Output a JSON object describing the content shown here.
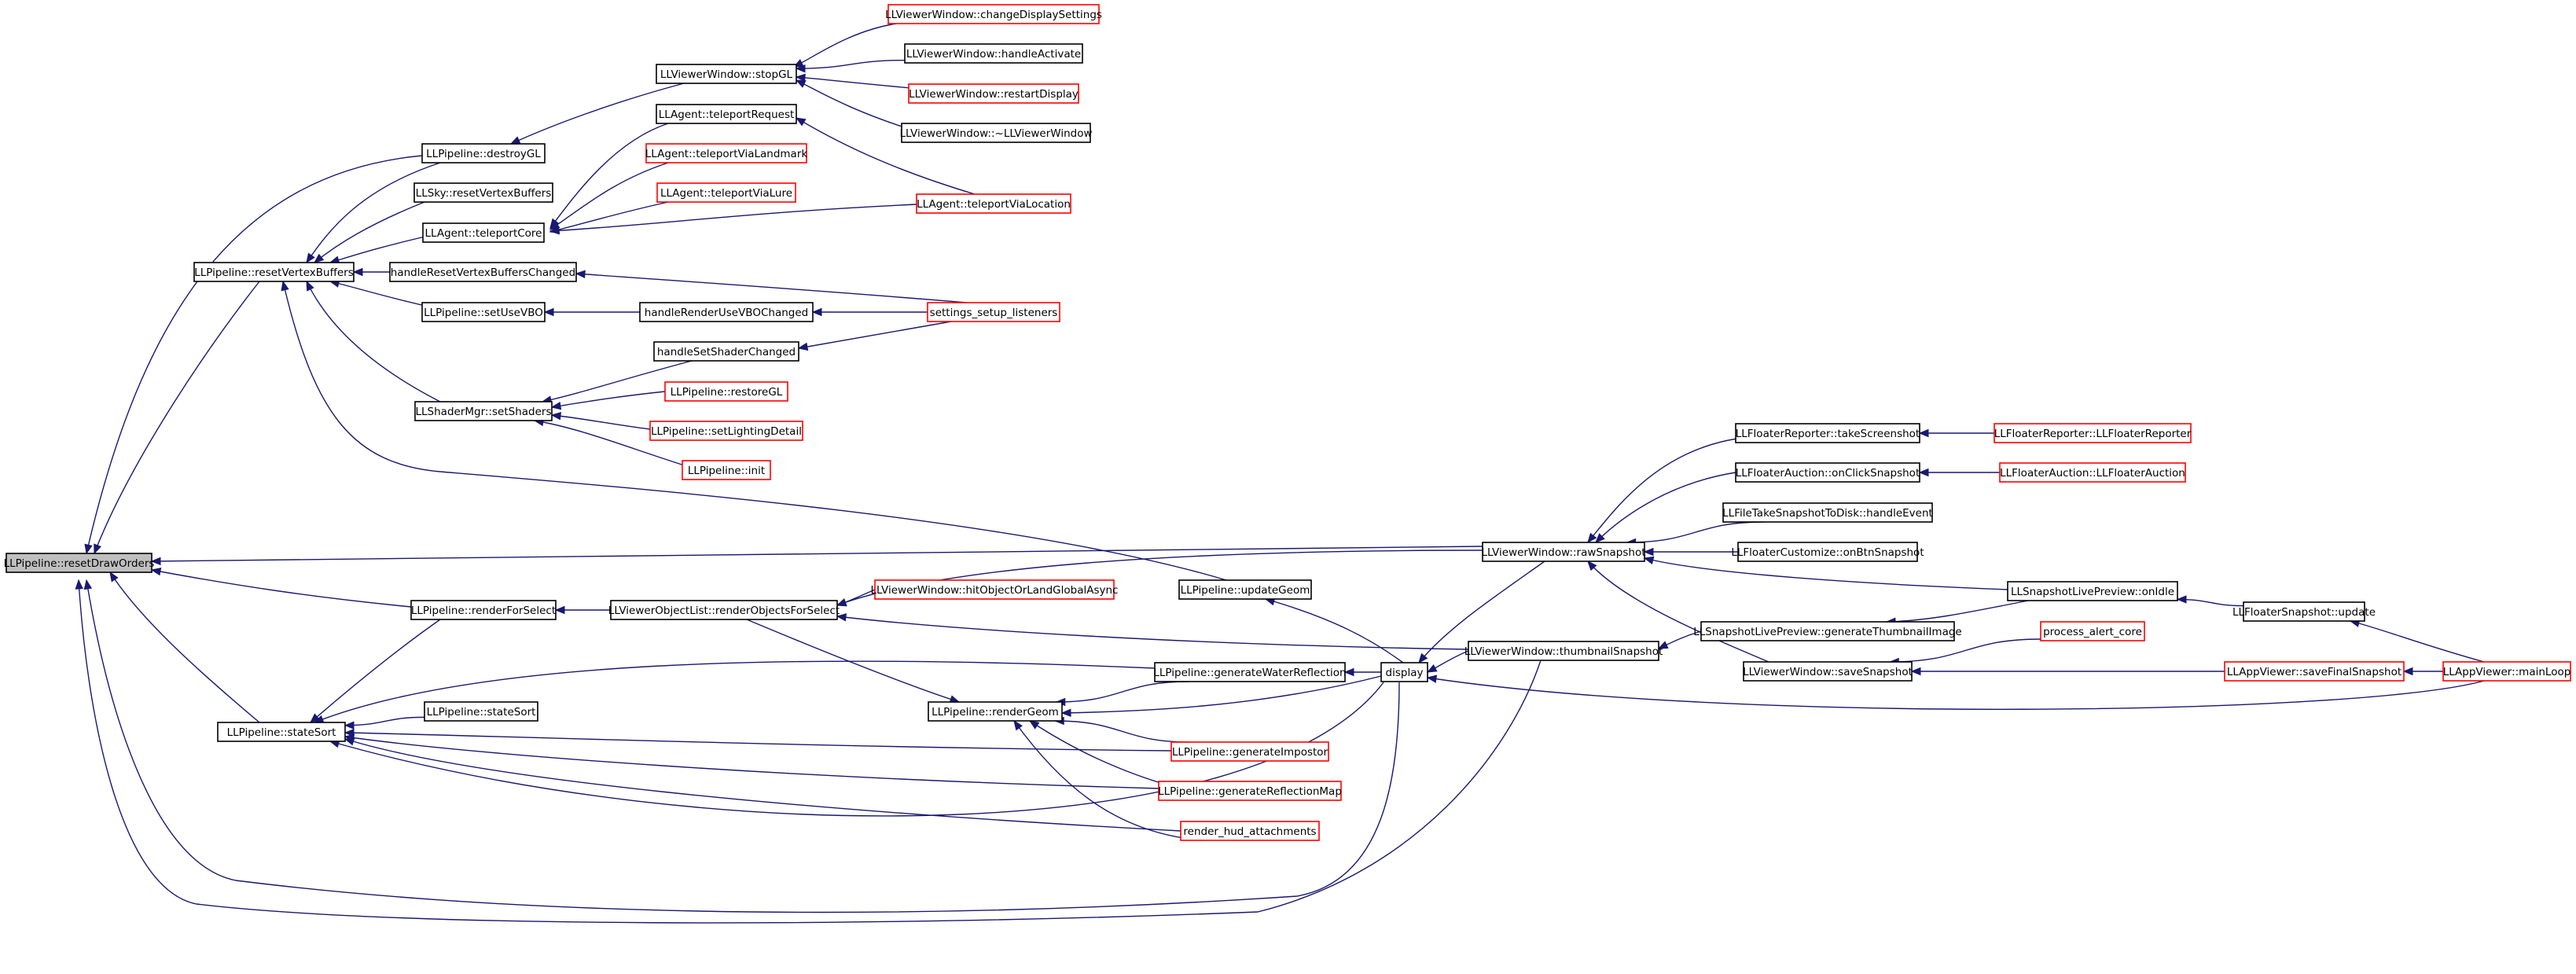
{
  "colors": {
    "edge": "#191970",
    "normal_border": "#000000",
    "red_border": "#ff0000",
    "root_fill": "#bfbfbf"
  },
  "nodes": [
    {
      "id": "resetDrawOrders",
      "label": "LLPipeline::resetDrawOrders",
      "style": "root"
    },
    {
      "id": "resetVertexBuffers",
      "label": "LLPipeline::resetVertexBuffers",
      "style": "normal"
    },
    {
      "id": "destroyGL",
      "label": "LLPipeline::destroyGL",
      "style": "normal"
    },
    {
      "id": "skyReset",
      "label": "LLSky::resetVertexBuffers",
      "style": "normal"
    },
    {
      "id": "teleportCore",
      "label": "LLAgent::teleportCore",
      "style": "normal"
    },
    {
      "id": "handleResetVB",
      "label": "handleResetVertexBuffersChanged",
      "style": "normal"
    },
    {
      "id": "setUseVBO",
      "label": "LLPipeline::setUseVBO",
      "style": "normal"
    },
    {
      "id": "setShaders",
      "label": "LLShaderMgr::setShaders",
      "style": "normal"
    },
    {
      "id": "stopGL",
      "label": "LLViewerWindow::stopGL",
      "style": "normal"
    },
    {
      "id": "teleportRequest",
      "label": "LLAgent::teleportRequest",
      "style": "normal"
    },
    {
      "id": "teleportViaLandmark",
      "label": "LLAgent::teleportViaLandmark",
      "style": "red"
    },
    {
      "id": "teleportViaLure",
      "label": "LLAgent::teleportViaLure",
      "style": "red"
    },
    {
      "id": "handleRenderUseVBO",
      "label": "handleRenderUseVBOChanged",
      "style": "normal"
    },
    {
      "id": "handleSetShader",
      "label": "handleSetShaderChanged",
      "style": "normal"
    },
    {
      "id": "restoreGL",
      "label": "LLPipeline::restoreGL",
      "style": "red"
    },
    {
      "id": "setLightingDetail",
      "label": "LLPipeline::setLightingDetail",
      "style": "red"
    },
    {
      "id": "pipelineInit",
      "label": "LLPipeline::init",
      "style": "red"
    },
    {
      "id": "changeDisplaySettings",
      "label": "LLViewerWindow::changeDisplaySettings",
      "style": "red"
    },
    {
      "id": "handleActivate",
      "label": "LLViewerWindow::handleActivate",
      "style": "normal"
    },
    {
      "id": "restartDisplay",
      "label": "LLViewerWindow::restartDisplay",
      "style": "red"
    },
    {
      "id": "viewerWindowDtor",
      "label": "LLViewerWindow::~LLViewerWindow",
      "style": "normal"
    },
    {
      "id": "teleportViaLocation",
      "label": "LLAgent::teleportViaLocation",
      "style": "red"
    },
    {
      "id": "settingsSetup",
      "label": "settings_setup_listeners",
      "style": "red"
    },
    {
      "id": "renderForSelect",
      "label": "LLPipeline::renderForSelect",
      "style": "normal"
    },
    {
      "id": "renderObjectsForSelect",
      "label": "LLViewerObjectList::renderObjectsForSelect",
      "style": "normal"
    },
    {
      "id": "hitObjectOrLand",
      "label": "LLViewerWindow::hitObjectOrLandGlobalAsync",
      "style": "red"
    },
    {
      "id": "updateGeom",
      "label": "LLPipeline::updateGeom",
      "style": "normal"
    },
    {
      "id": "stateSort",
      "label": "LLPipeline::stateSort",
      "style": "normal"
    },
    {
      "id": "stateSort2",
      "label": "LLPipeline::stateSort",
      "style": "normal"
    },
    {
      "id": "renderGeom",
      "label": "LLPipeline::renderGeom",
      "style": "normal"
    },
    {
      "id": "genWaterReflection",
      "label": "LLPipeline::generateWaterReflection",
      "style": "normal"
    },
    {
      "id": "genImpostor",
      "label": "LLPipeline::generateImpostor",
      "style": "red"
    },
    {
      "id": "genReflectionMap",
      "label": "LLPipeline::generateReflectionMap",
      "style": "red"
    },
    {
      "id": "renderHud",
      "label": "render_hud_attachments",
      "style": "red"
    },
    {
      "id": "display",
      "label": "display",
      "style": "normal"
    },
    {
      "id": "rawSnapshot",
      "label": "LLViewerWindow::rawSnapshot",
      "style": "normal"
    },
    {
      "id": "thumbnailSnapshot",
      "label": "LLViewerWindow::thumbnailSnapshot",
      "style": "normal"
    },
    {
      "id": "takeScreenshot",
      "label": "LLFloaterReporter::takeScreenshot",
      "style": "normal"
    },
    {
      "id": "onClickSnapshot",
      "label": "LLFloaterAuction::onClickSnapshot",
      "style": "normal"
    },
    {
      "id": "fileTakeSnapshot",
      "label": "LLFileTakeSnapshotToDisk::handleEvent",
      "style": "normal"
    },
    {
      "id": "onBtnSnapshot",
      "label": "LLFloaterCustomize::onBtnSnapshot",
      "style": "normal"
    },
    {
      "id": "genThumbnail",
      "label": "LLSnapshotLivePreview::generateThumbnailImage",
      "style": "normal"
    },
    {
      "id": "saveSnapshot",
      "label": "LLViewerWindow::saveSnapshot",
      "style": "normal"
    },
    {
      "id": "reporterCtor",
      "label": "LLFloaterReporter::LLFloaterReporter",
      "style": "red"
    },
    {
      "id": "auctionCtor",
      "label": "LLFloaterAuction::LLFloaterAuction",
      "style": "red"
    },
    {
      "id": "onIdle",
      "label": "LLSnapshotLivePreview::onIdle",
      "style": "normal"
    },
    {
      "id": "processAlert",
      "label": "process_alert_core",
      "style": "red"
    },
    {
      "id": "saveFinalSnapshot",
      "label": "LLAppViewer::saveFinalSnapshot",
      "style": "red"
    },
    {
      "id": "floaterSnapshotUpdate",
      "label": "LLFloaterSnapshot::update",
      "style": "normal"
    },
    {
      "id": "mainLoop",
      "label": "LLAppViewer::mainLoop",
      "style": "red"
    }
  ],
  "edges": [
    {
      "from": "resetVertexBuffers",
      "to": "resetDrawOrders"
    },
    {
      "from": "destroyGL",
      "to": "resetDrawOrders"
    },
    {
      "from": "renderForSelect",
      "to": "resetDrawOrders"
    },
    {
      "from": "stateSort",
      "to": "resetDrawOrders"
    },
    {
      "from": "rawSnapshot",
      "to": "resetDrawOrders"
    },
    {
      "from": "display",
      "to": "resetDrawOrders"
    },
    {
      "from": "thumbnailSnapshot",
      "to": "resetDrawOrders"
    },
    {
      "from": "destroyGL",
      "to": "resetVertexBuffers"
    },
    {
      "from": "skyReset",
      "to": "resetVertexBuffers"
    },
    {
      "from": "teleportCore",
      "to": "resetVertexBuffers"
    },
    {
      "from": "handleResetVB",
      "to": "resetVertexBuffers"
    },
    {
      "from": "setUseVBO",
      "to": "resetVertexBuffers"
    },
    {
      "from": "setShaders",
      "to": "resetVertexBuffers"
    },
    {
      "from": "updateGeom",
      "to": "resetVertexBuffers"
    },
    {
      "from": "stopGL",
      "to": "destroyGL"
    },
    {
      "from": "teleportRequest",
      "to": "teleportCore"
    },
    {
      "from": "teleportViaLandmark",
      "to": "teleportCore"
    },
    {
      "from": "teleportViaLure",
      "to": "teleportCore"
    },
    {
      "from": "teleportViaLocation",
      "to": "teleportCore"
    },
    {
      "from": "changeDisplaySettings",
      "to": "stopGL"
    },
    {
      "from": "handleActivate",
      "to": "stopGL"
    },
    {
      "from": "restartDisplay",
      "to": "stopGL"
    },
    {
      "from": "viewerWindowDtor",
      "to": "stopGL"
    },
    {
      "from": "teleportViaLocation",
      "to": "teleportRequest"
    },
    {
      "from": "settingsSetup",
      "to": "handleResetVB"
    },
    {
      "from": "handleRenderUseVBO",
      "to": "setUseVBO"
    },
    {
      "from": "settingsSetup",
      "to": "handleRenderUseVBO"
    },
    {
      "from": "settingsSetup",
      "to": "handleSetShader"
    },
    {
      "from": "handleSetShader",
      "to": "setShaders"
    },
    {
      "from": "restoreGL",
      "to": "setShaders"
    },
    {
      "from": "setLightingDetail",
      "to": "setShaders"
    },
    {
      "from": "pipelineInit",
      "to": "setShaders"
    },
    {
      "from": "renderObjectsForSelect",
      "to": "renderForSelect"
    },
    {
      "from": "hitObjectOrLand",
      "to": "renderObjectsForSelect"
    },
    {
      "from": "rawSnapshot",
      "to": "renderObjectsForSelect"
    },
    {
      "from": "thumbnailSnapshot",
      "to": "renderObjectsForSelect"
    },
    {
      "from": "renderForSelect",
      "to": "stateSort"
    },
    {
      "from": "stateSort2",
      "to": "stateSort"
    },
    {
      "from": "renderObjectsForSelect",
      "to": "renderGeom"
    },
    {
      "from": "genWaterReflection",
      "to": "stateSort"
    },
    {
      "from": "genImpostor",
      "to": "stateSort"
    },
    {
      "from": "genReflectionMap",
      "to": "stateSort"
    },
    {
      "from": "renderHud",
      "to": "stateSort"
    },
    {
      "from": "display",
      "to": "stateSort"
    },
    {
      "from": "genWaterReflection",
      "to": "renderGeom"
    },
    {
      "from": "genImpostor",
      "to": "renderGeom"
    },
    {
      "from": "genReflectionMap",
      "to": "renderGeom"
    },
    {
      "from": "renderHud",
      "to": "renderGeom"
    },
    {
      "from": "display",
      "to": "renderGeom"
    },
    {
      "from": "display",
      "to": "genWaterReflection"
    },
    {
      "from": "display",
      "to": "updateGeom"
    },
    {
      "from": "rawSnapshot",
      "to": "display"
    },
    {
      "from": "thumbnailSnapshot",
      "to": "display"
    },
    {
      "from": "mainLoop",
      "to": "display"
    },
    {
      "from": "takeScreenshot",
      "to": "rawSnapshot"
    },
    {
      "from": "onClickSnapshot",
      "to": "rawSnapshot"
    },
    {
      "from": "fileTakeSnapshot",
      "to": "rawSnapshot"
    },
    {
      "from": "onBtnSnapshot",
      "to": "rawSnapshot"
    },
    {
      "from": "onIdle",
      "to": "rawSnapshot"
    },
    {
      "from": "saveSnapshot",
      "to": "rawSnapshot"
    },
    {
      "from": "genThumbnail",
      "to": "thumbnailSnapshot"
    },
    {
      "from": "reporterCtor",
      "to": "takeScreenshot"
    },
    {
      "from": "auctionCtor",
      "to": "onClickSnapshot"
    },
    {
      "from": "onIdle",
      "to": "genThumbnail"
    },
    {
      "from": "processAlert",
      "to": "saveSnapshot"
    },
    {
      "from": "saveFinalSnapshot",
      "to": "saveSnapshot"
    },
    {
      "from": "floaterSnapshotUpdate",
      "to": "onIdle"
    },
    {
      "from": "mainLoop",
      "to": "floaterSnapshotUpdate"
    },
    {
      "from": "mainLoop",
      "to": "saveFinalSnapshot"
    }
  ]
}
